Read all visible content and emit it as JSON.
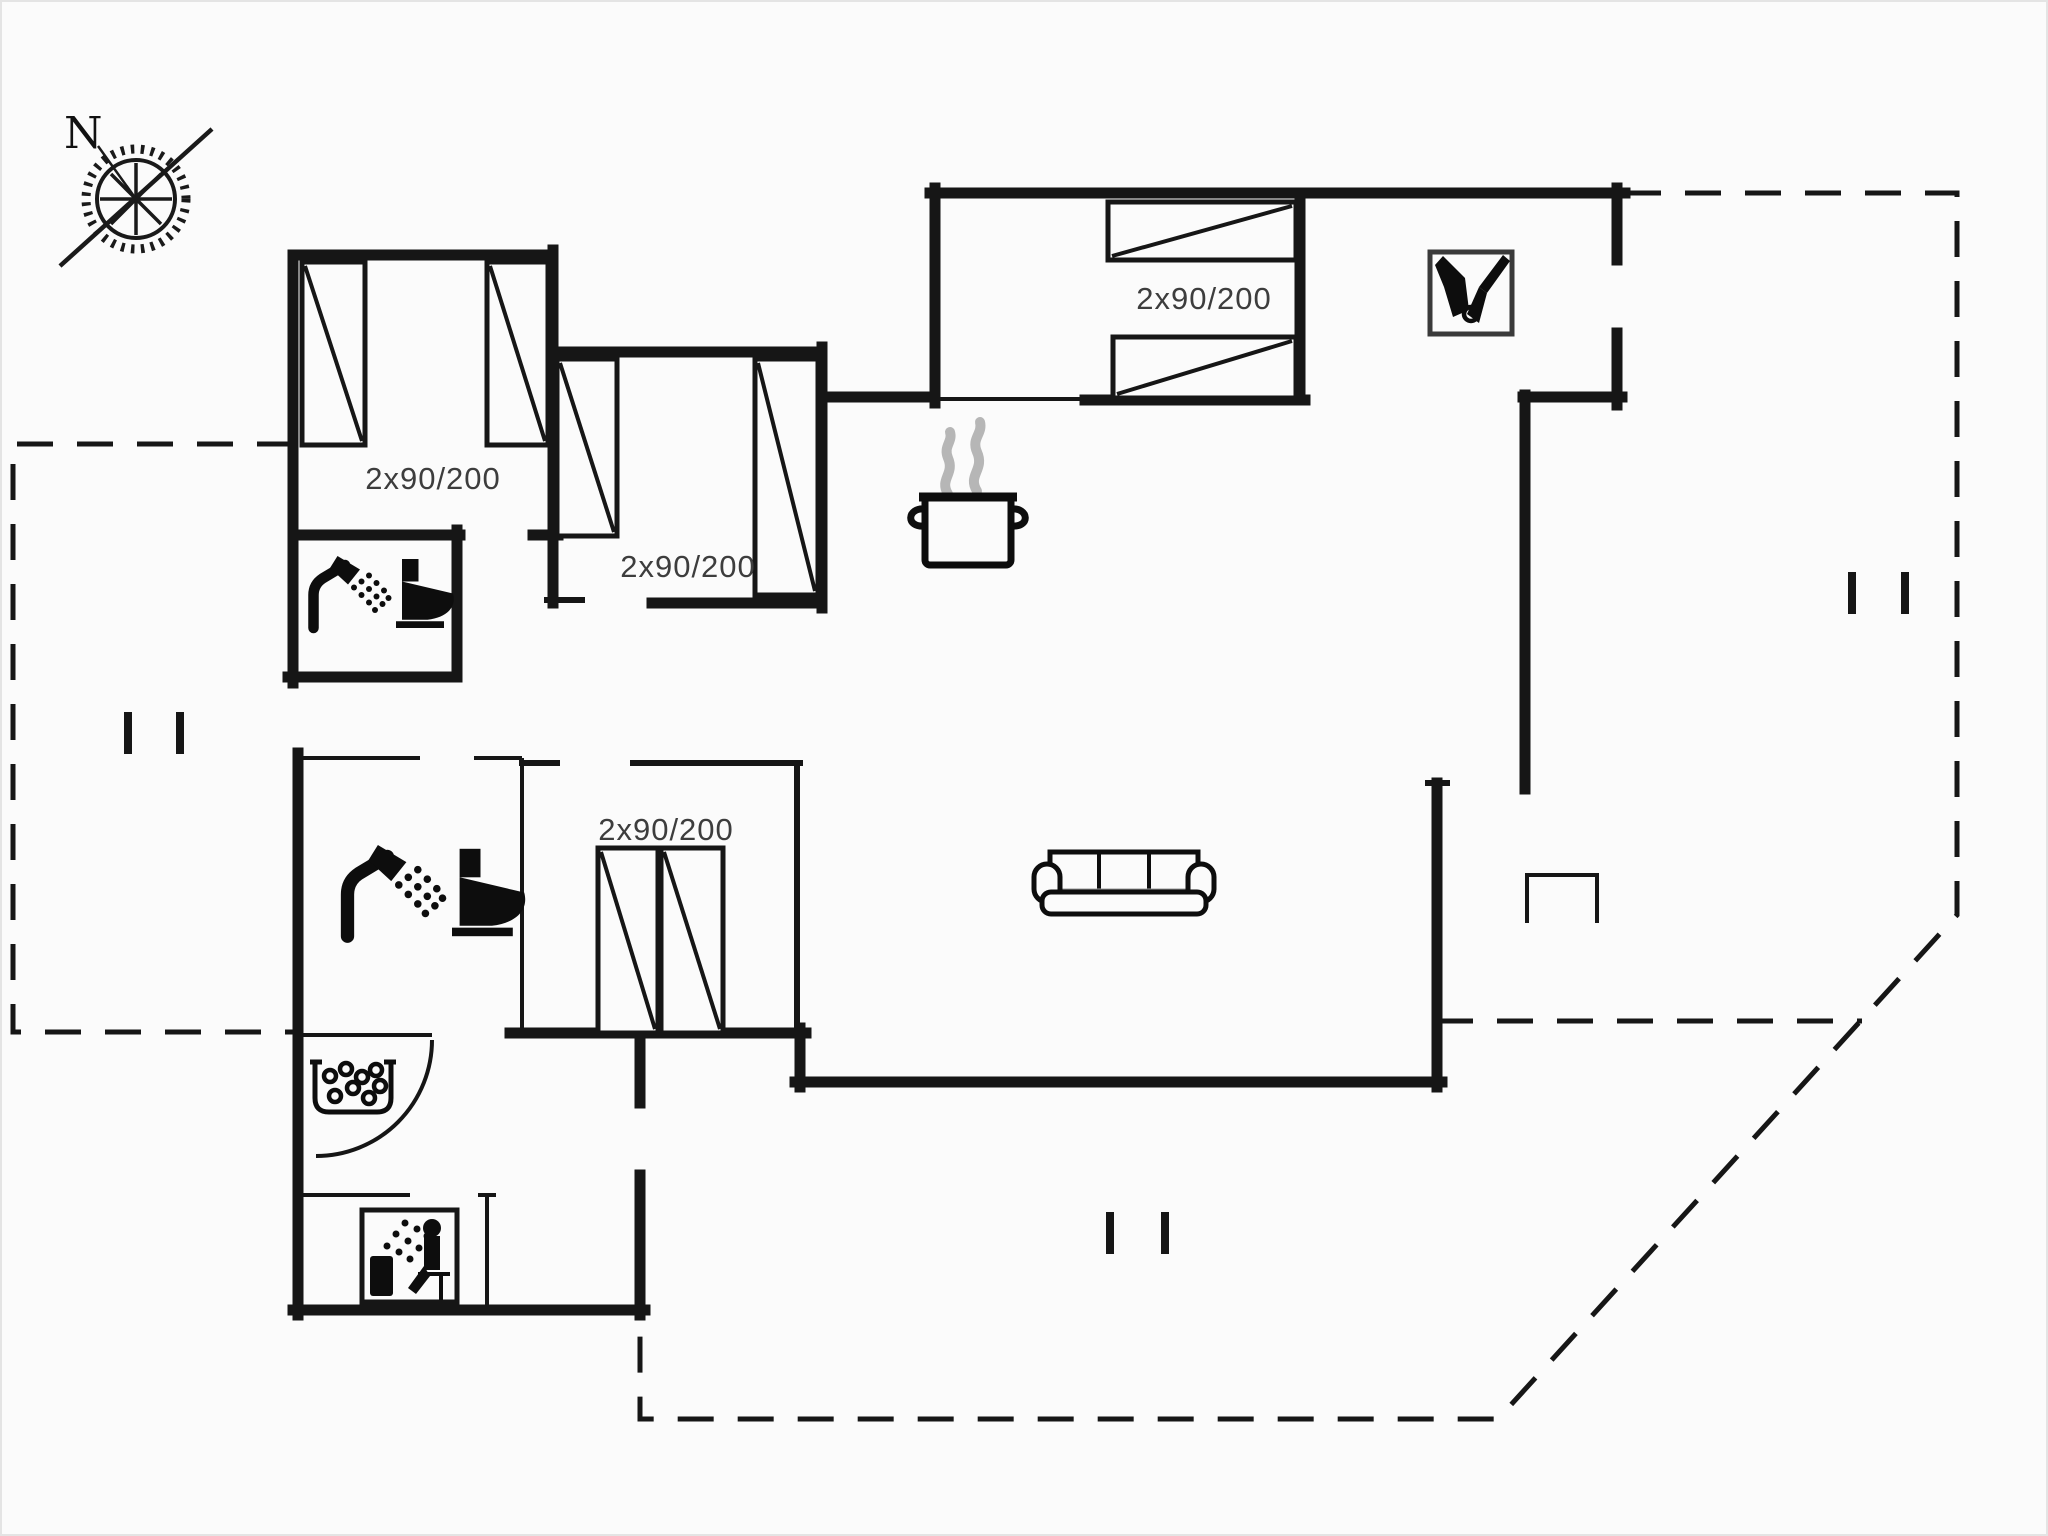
{
  "document": {
    "type": "holiday-home-floor-plan",
    "compass": {
      "label": "N"
    },
    "rooms": {
      "bedroom1": {
        "bed_label": "2x90/200",
        "beds_drawn": 2
      },
      "bedroom2": {
        "bed_label": "2x90/200",
        "beds_drawn": 2
      },
      "bedroom3": {
        "bed_label": "2x90/200",
        "beds_drawn": 2
      },
      "bedroom4": {
        "bed_label": "2x90/200",
        "beds_drawn": 2
      }
    },
    "icons": [
      "compass-rose-icon",
      "shower-icon",
      "toilet-icon",
      "whirlpool-tub-icon",
      "sauna-icon",
      "cooking-pot-icon",
      "steam-icon",
      "sofa-icon",
      "garden-tools-icon",
      "door-swing-arc",
      "terrace-plank-marks"
    ],
    "colors": {
      "wall": "#161616",
      "label_text": "#3d3d3d",
      "steam_gray": "#b6b6b6",
      "paper": "#fbfbfb",
      "page_bg": "#f3f3f3"
    }
  }
}
